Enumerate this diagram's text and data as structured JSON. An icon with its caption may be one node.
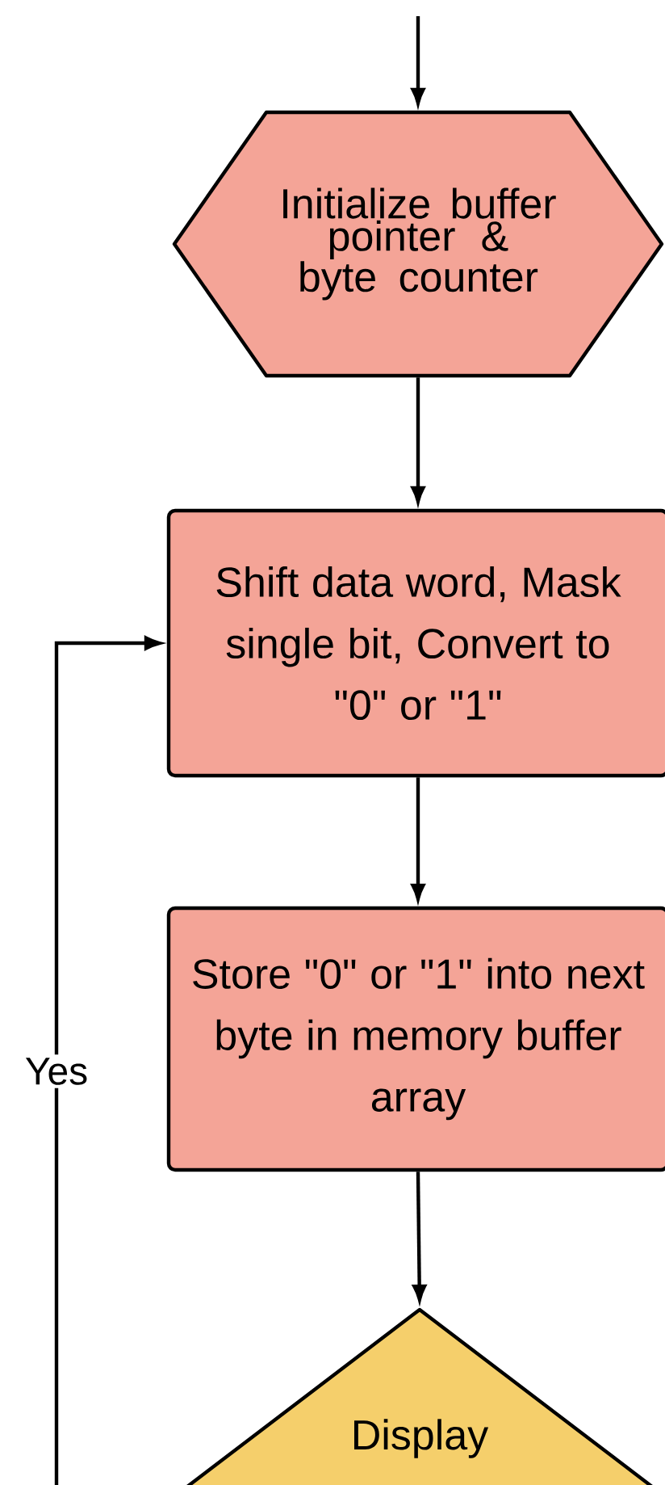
{
  "diagram": {
    "nodes": [
      {
        "text": [
          "Initialize buffer pointer & byte counter"
        ]
      },
      {
        "text": [
          "Shift data word, Mask single bit, Convert to \"0\" or \"1\""
        ]
      },
      {
        "text": [
          "Store \"0\" or \"1\" into next byte in memory buffer array"
        ]
      },
      {
        "text": [
          "Display"
        ]
      }
    ],
    "edges": [
      {
        "from": null,
        "to": 0,
        "arrow": "to"
      },
      {
        "from": 0,
        "to": 1,
        "arrow": "to"
      },
      {
        "from": 1,
        "to": 2,
        "arrow": "to"
      },
      {
        "from": 2,
        "to": 3,
        "arrow": "to"
      },
      {
        "from": 3,
        "to": 1,
        "arrow": "to",
        "label": "Yes"
      }
    ]
  }
}
